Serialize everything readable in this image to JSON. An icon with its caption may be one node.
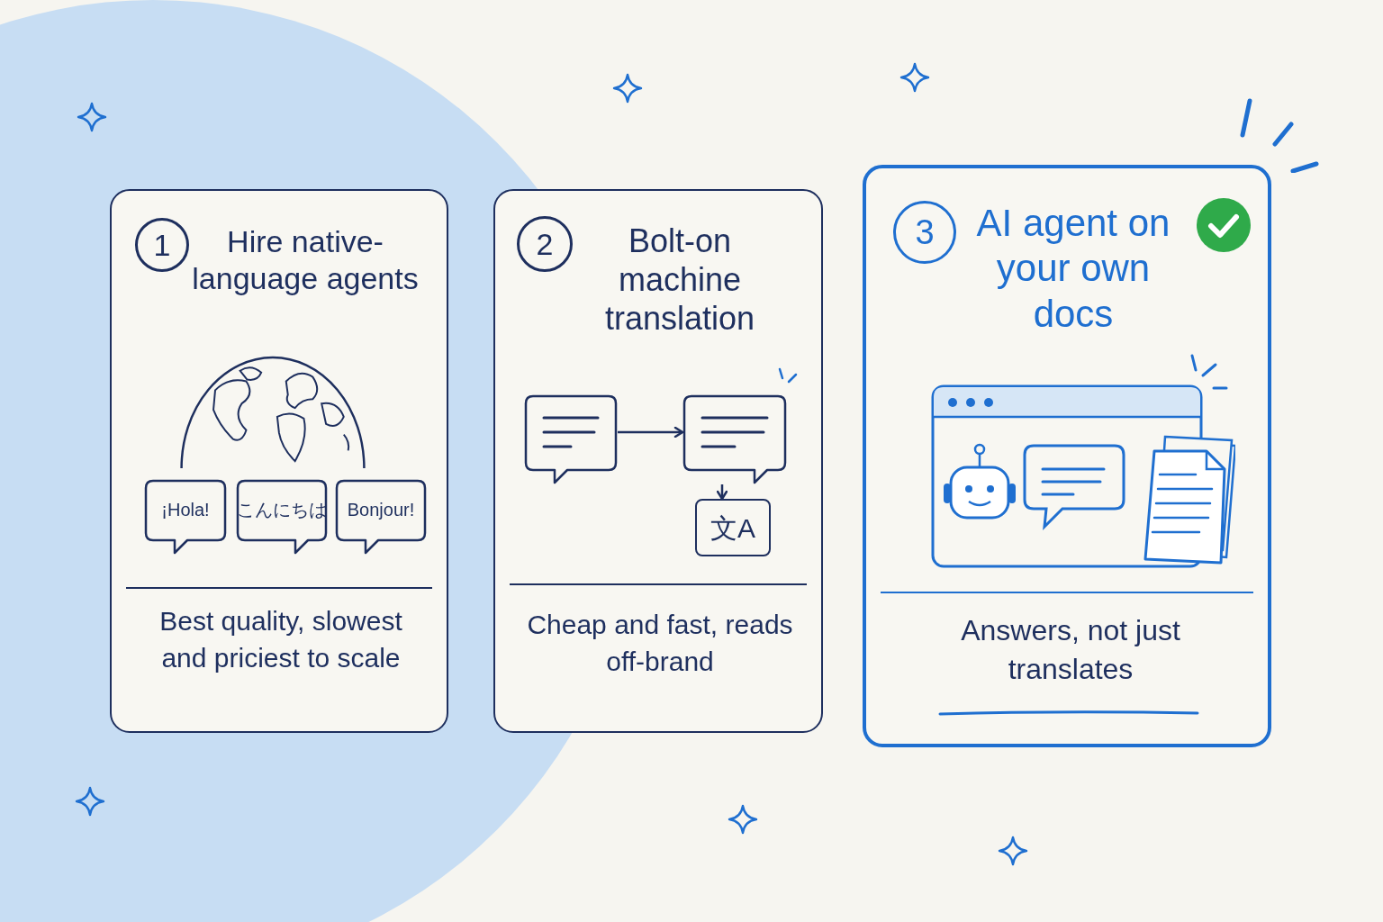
{
  "diagram": {
    "nodes": [
      {
        "text": [
          "1",
          "Hire native-language agents",
          "Best quality, slowest and priciest to scale"
        ]
      },
      {
        "text": [
          "¡Hola!"
        ],
        "in": 0
      },
      {
        "text": [
          "こんにちは"
        ],
        "in": 0
      },
      {
        "text": [
          "Bonjour!"
        ],
        "in": 0
      },
      {
        "text": [
          "2",
          "Bolt-on machine translation",
          "Cheap and fast, reads off-brand"
        ]
      },
      {
        "text": [],
        "shape": "bubble",
        "in": 4
      },
      {
        "text": [],
        "shape": "bubble",
        "in": 4
      },
      {
        "text": [
          "文A"
        ],
        "in": 4
      },
      {
        "text": [
          "3",
          "AI agent on your own docs",
          "Answers, not just translates"
        ]
      }
    ],
    "edges": [
      {
        "from": 5,
        "to": 6,
        "arrow": "to"
      },
      {
        "from": 6,
        "to": 7,
        "arrow": "to"
      }
    ]
  }
}
